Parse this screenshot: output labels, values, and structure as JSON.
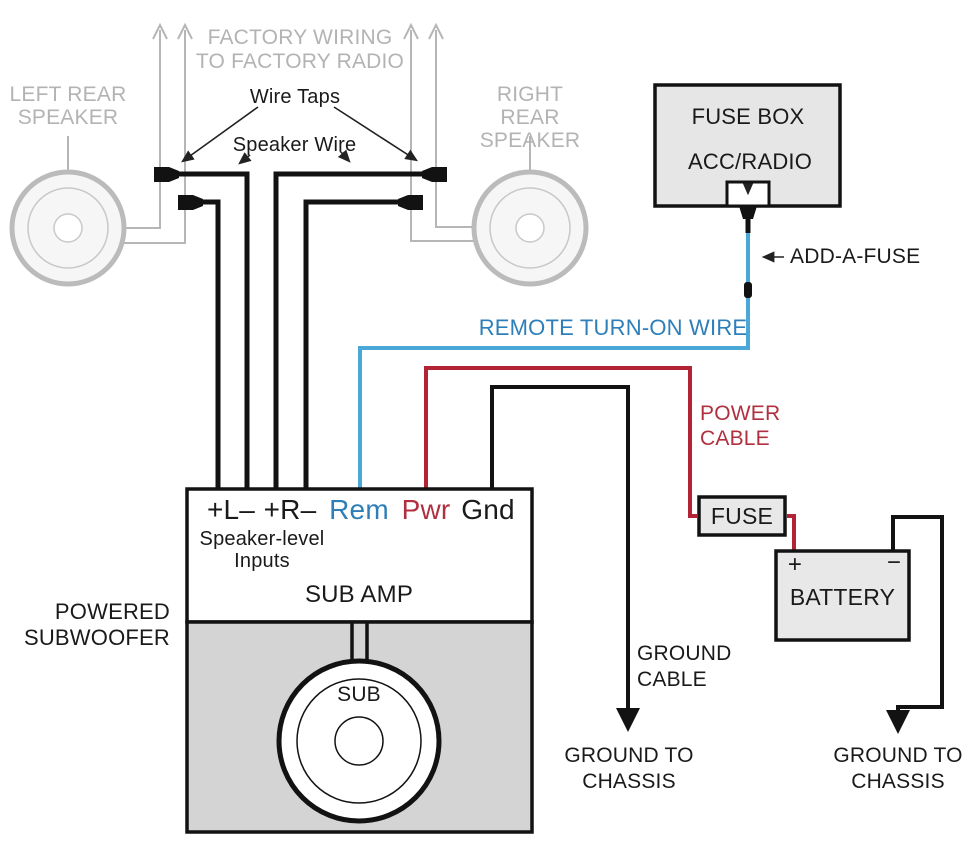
{
  "colors": {
    "gray_text": "#b3b3b3",
    "gray_wire": "#b6b6b6",
    "blue_wire": "#4aa8d8",
    "blue_text": "#2e7fb9",
    "red_wire": "#b22335",
    "red_text": "#b03040",
    "wire_black": "#121212",
    "box_fill_light": "#e6e6e6",
    "enclosure_fill": "#d4d4d4"
  },
  "factory": {
    "label": "FACTORY WIRING\nTO FACTORY RADIO"
  },
  "speakers": {
    "left_label": "LEFT REAR\nSPEAKER",
    "right_label": "RIGHT REAR\nSPEAKER"
  },
  "annotations": {
    "wire_taps": "Wire Taps",
    "speaker_wire": "Speaker Wire",
    "add_a_fuse": "ADD-A-FUSE",
    "remote_turn_on": "REMOTE TURN-ON WIRE",
    "power_cable": "POWER\nCABLE",
    "ground_cable": "GROUND\nCABLE",
    "ground_chassis_left": "GROUND TO\nCHASSIS",
    "ground_chassis_right": "GROUND TO\nCHASSIS",
    "powered_subwoofer": "POWERED\nSUBWOOFER"
  },
  "fuse_box": {
    "title": "FUSE BOX",
    "slot": "ACC/RADIO"
  },
  "amp": {
    "terminals": [
      {
        "label": "+L–"
      },
      {
        "label": "+R–"
      },
      {
        "label": "Rem"
      },
      {
        "label": "Pwr"
      },
      {
        "label": "Gnd"
      }
    ],
    "inputs": "Speaker-level\nInputs",
    "title": "SUB AMP",
    "sub": "SUB"
  },
  "power": {
    "fuse": "FUSE",
    "battery": "BATTERY",
    "plus": "+",
    "minus": "−"
  }
}
